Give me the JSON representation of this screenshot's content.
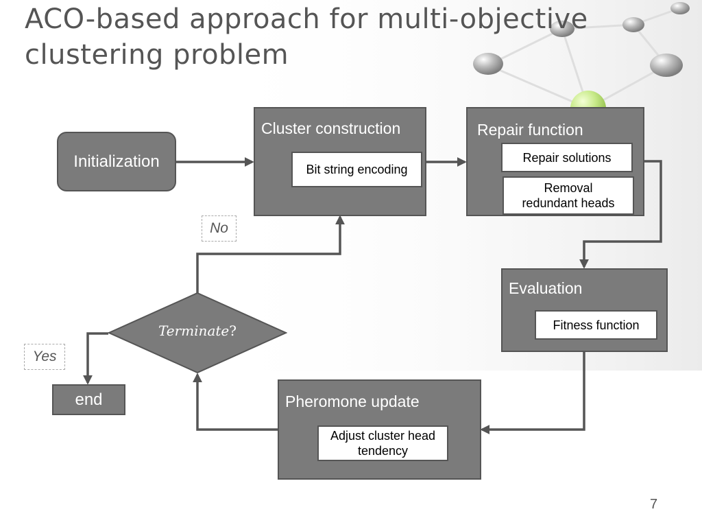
{
  "title": {
    "line1": "ACO-based approach for multi-objective",
    "line2": "clustering problem"
  },
  "nodes": {
    "initialization": "Initialization",
    "cluster_construction": {
      "title": "Cluster construction",
      "items": [
        "Bit string encoding"
      ]
    },
    "repair_function": {
      "title": "Repair function",
      "items": [
        "Repair solutions",
        "Removal",
        "redundant heads"
      ]
    },
    "evaluation": {
      "title": "Evaluation",
      "items": [
        "Fitness function"
      ]
    },
    "pheromone_update": {
      "title": "Pheromone update",
      "items": [
        "Adjust cluster head",
        "tendency"
      ]
    },
    "decision": {
      "label": "Terminate",
      "symbol": "?"
    },
    "end": "end"
  },
  "labels": {
    "no": "No",
    "yes": "Yes"
  },
  "page_number": "7",
  "colors": {
    "box_fill": "#7b7b7b",
    "box_border": "#555555",
    "arrow": "#555555",
    "title_text": "#555555"
  }
}
